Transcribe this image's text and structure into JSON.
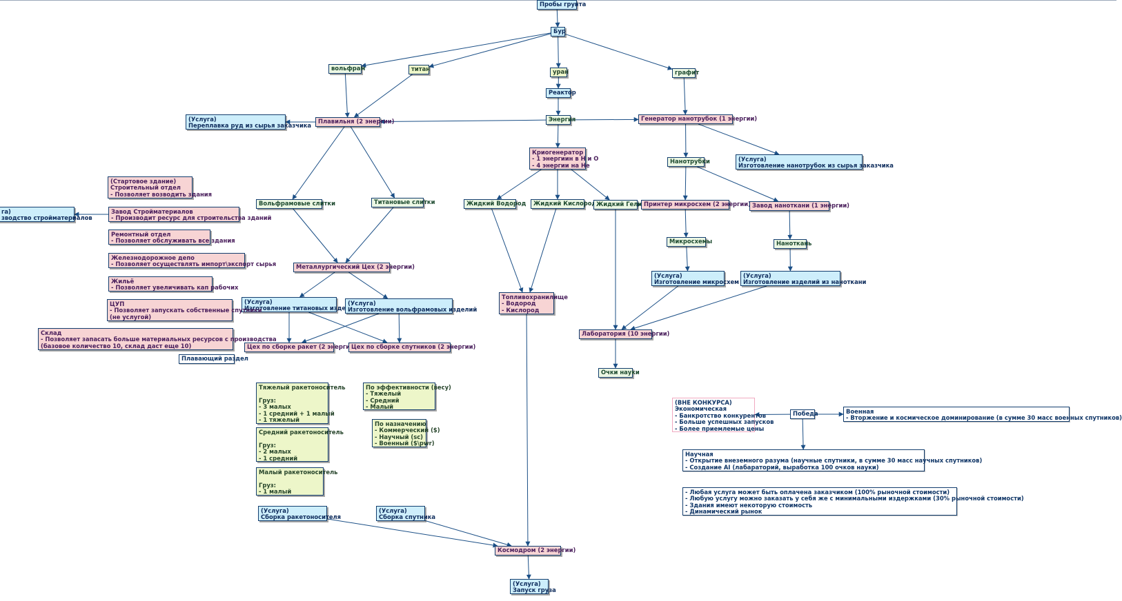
{
  "nodes": {
    "n0": {
      "lines": [
        "Пробы грунта"
      ]
    },
    "n1": {
      "lines": [
        "Бур"
      ]
    },
    "n2": {
      "lines": [
        "вольфрам"
      ]
    },
    "n3": {
      "lines": [
        "титан"
      ]
    },
    "n4": {
      "lines": [
        "уран"
      ]
    },
    "n5": {
      "lines": [
        "графит"
      ]
    },
    "n6": {
      "lines": [
        "Реактор"
      ]
    },
    "n7": {
      "lines": [
        "Энергия"
      ]
    },
    "n8": {
      "lines": [
        "Плавильня (2 энергии)"
      ]
    },
    "n9": {
      "lines": [
        "(Услуга)",
        "Переплавка руд из сырья заказчика"
      ]
    },
    "n10": {
      "lines": [
        "Генератор нанотрубок (1 энергии)"
      ]
    },
    "n11": {
      "lines": [
        "Криогенератор",
        "- 1 энергиин в Н и О",
        "- 4 энергии на Не"
      ]
    },
    "n12": {
      "lines": [
        "Нанотрубки"
      ]
    },
    "n13": {
      "lines": [
        "(Услуга)",
        "Изготовление нанотрубок из сырья заказчика"
      ]
    },
    "n14": {
      "lines": [
        "Вольфрамовые слитки"
      ]
    },
    "n15": {
      "lines": [
        "Титановые слитки"
      ]
    },
    "n16": {
      "lines": [
        "Жидкий Водород"
      ]
    },
    "n17": {
      "lines": [
        "Жидкий Кислород"
      ]
    },
    "n18": {
      "lines": [
        "Жидкий Гелий"
      ]
    },
    "n19": {
      "lines": [
        "Принтер микросхем (2 энергии)"
      ]
    },
    "n20": {
      "lines": [
        "Завод наноткани (1 энергии)"
      ]
    },
    "n21": {
      "lines": [
        "Микросхемы"
      ]
    },
    "n22": {
      "lines": [
        "Наноткань"
      ]
    },
    "n23": {
      "lines": [
        "(Услуга)",
        "Изготовление микросхем"
      ]
    },
    "n24": {
      "lines": [
        "(Услуга)",
        "Изготовление изделий из наноткани"
      ]
    },
    "n25": {
      "lines": [
        "Металлургический Цех (2 энергии)"
      ]
    },
    "n26": {
      "lines": [
        "(Услуга)",
        "Изготовление титановых изделий"
      ]
    },
    "n27": {
      "lines": [
        "(Услуга)",
        "Изготовление вольфрамовых изделий"
      ]
    },
    "n28": {
      "lines": [
        "Топливохранилище",
        "- Водород",
        "- Кислород"
      ]
    },
    "n29": {
      "lines": [
        "Лаборатория (10 энергии)"
      ]
    },
    "n30": {
      "lines": [
        "Очки науки"
      ]
    },
    "n31": {
      "lines": [
        "Цех по сборке ракет (2 энергии)"
      ]
    },
    "n32": {
      "lines": [
        "Цех по сборке спутников (2 энергии)"
      ]
    },
    "n33": {
      "lines": [
        "(Стартовое здание)",
        "Строительный отдел",
        "- Позволяет возводить здания"
      ]
    },
    "n34": {
      "lines": [
        "Завод Стройматериалов",
        "- Производит ресурс для строительства зданий"
      ]
    },
    "n35": {
      "lines": [
        "га)",
        "зводство стройматериалов"
      ]
    },
    "n36": {
      "lines": [
        "Ремонтный отдел",
        "- Позволяет обслуживать все здания"
      ]
    },
    "n37": {
      "lines": [
        "Железнодорожное депо",
        "- Позволяет осуществлять импорт\\экспорт сырья"
      ]
    },
    "n38": {
      "lines": [
        "Жильё",
        "- Позволяет увеличивать кап рабочих"
      ]
    },
    "n39": {
      "lines": [
        "ЦУП",
        "- Позволяет запускать собственные спутники",
        "(не услугой)"
      ]
    },
    "n40": {
      "lines": [
        "Склад",
        "- Позволяет запасать больше материальных ресурсов с производства",
        "(базовое количество 10, склад даст еще 10)"
      ]
    },
    "n41": {
      "lines": [
        "Плавающий раздел"
      ]
    },
    "n42": {
      "lines": [
        "Тяжелый ракетоноситель",
        "",
        "Груз:",
        "- 3 малых",
        "- 1 средний + 1 малый",
        "- 1 тяжелый"
      ]
    },
    "n43": {
      "lines": [
        "Средний ракетоноситель",
        "",
        "Груз:",
        "- 2 малых",
        "- 1 средний"
      ]
    },
    "n44": {
      "lines": [
        "Малый ракетоноситель",
        "",
        "Груз:",
        "- 1 малый"
      ]
    },
    "n45": {
      "lines": [
        "По эффективности (весу)",
        "- Тяжелый",
        "- Средний",
        "- Малый"
      ]
    },
    "n46": {
      "lines": [
        "По назначению",
        "- Коммерческий ($)",
        "- Научный (sc)",
        "- Военный ($\\pwr)"
      ]
    },
    "n47": {
      "lines": [
        "(Услуга)",
        "Сборка ракетоносителя"
      ]
    },
    "n48": {
      "lines": [
        "(Услуга)",
        "Сборка спутника"
      ]
    },
    "n49": {
      "lines": [
        "Космодром (2 энергии)"
      ]
    },
    "n50": {
      "lines": [
        "(Услуга)",
        "Запуск груза"
      ]
    },
    "n51": {
      "lines": [
        "(ВНЕ КОНКУРСА)",
        "Экономическая",
        "- Банкротство конкурентов",
        "- Больше успешных запусков",
        "- Более приемлемые цены"
      ]
    },
    "n52": {
      "lines": [
        "Победа"
      ]
    },
    "n53": {
      "lines": [
        "Военная",
        "- Вторжение и космическое доминирование (в сумме 30 масс военных спутников)"
      ]
    },
    "n54": {
      "lines": [
        "Научная",
        "- Открытие внеземного разума (научные спутники, в сумме 30 масс научных спутников)",
        "- Создание AI (лабараторий, выработка 100 очков науки)"
      ]
    },
    "n55": {
      "lines": [
        "- Любая услуга может быть оплачена заказчиком (100% рыночной стоимости)",
        "- Любую услугу можно заказать у себя же с минимальными издержками (30% рыночной стоимости)",
        "- Здания имеют некоторую стоимость",
        "- Динамический рынок"
      ]
    }
  },
  "edges": [
    [
      "n0",
      "n1"
    ],
    [
      "n1",
      "n2"
    ],
    [
      "n1",
      "n3"
    ],
    [
      "n1",
      "n4"
    ],
    [
      "n1",
      "n5"
    ],
    [
      "n4",
      "n6"
    ],
    [
      "n6",
      "n7"
    ],
    [
      "n2",
      "n8"
    ],
    [
      "n3",
      "n8"
    ],
    [
      "n7",
      "n8"
    ],
    [
      "n8",
      "n9"
    ],
    [
      "n5",
      "n10"
    ],
    [
      "n7",
      "n10"
    ],
    [
      "n7",
      "n11"
    ],
    [
      "n10",
      "n12"
    ],
    [
      "n10",
      "n13"
    ],
    [
      "n8",
      "n14"
    ],
    [
      "n8",
      "n15"
    ],
    [
      "n11",
      "n16"
    ],
    [
      "n11",
      "n17"
    ],
    [
      "n11",
      "n18"
    ],
    [
      "n18",
      "n19"
    ],
    [
      "n12",
      "n19"
    ],
    [
      "n12",
      "n20"
    ],
    [
      "n19",
      "n21"
    ],
    [
      "n20",
      "n22"
    ],
    [
      "n21",
      "n23"
    ],
    [
      "n22",
      "n24"
    ],
    [
      "n14",
      "n25"
    ],
    [
      "n15",
      "n25"
    ],
    [
      "n25",
      "n26"
    ],
    [
      "n25",
      "n27"
    ],
    [
      "n16",
      "n28"
    ],
    [
      "n17",
      "n28"
    ],
    [
      "n18",
      "n29"
    ],
    [
      "n23",
      "n29"
    ],
    [
      "n24",
      "n29"
    ],
    [
      "n29",
      "n30"
    ],
    [
      "n26",
      "n31"
    ],
    [
      "n26",
      "n32"
    ],
    [
      "n27",
      "n31"
    ],
    [
      "n27",
      "n32"
    ],
    [
      "n34",
      "n35"
    ],
    [
      "n28",
      "n49"
    ],
    [
      "n47",
      "n49"
    ],
    [
      "n48",
      "n49"
    ],
    [
      "n49",
      "n50"
    ],
    [
      "n52",
      "n51"
    ],
    [
      "n52",
      "n53"
    ],
    [
      "n52",
      "n54"
    ]
  ],
  "colors": {
    "edge": "#1b4f86",
    "accent": "#123d6e"
  }
}
